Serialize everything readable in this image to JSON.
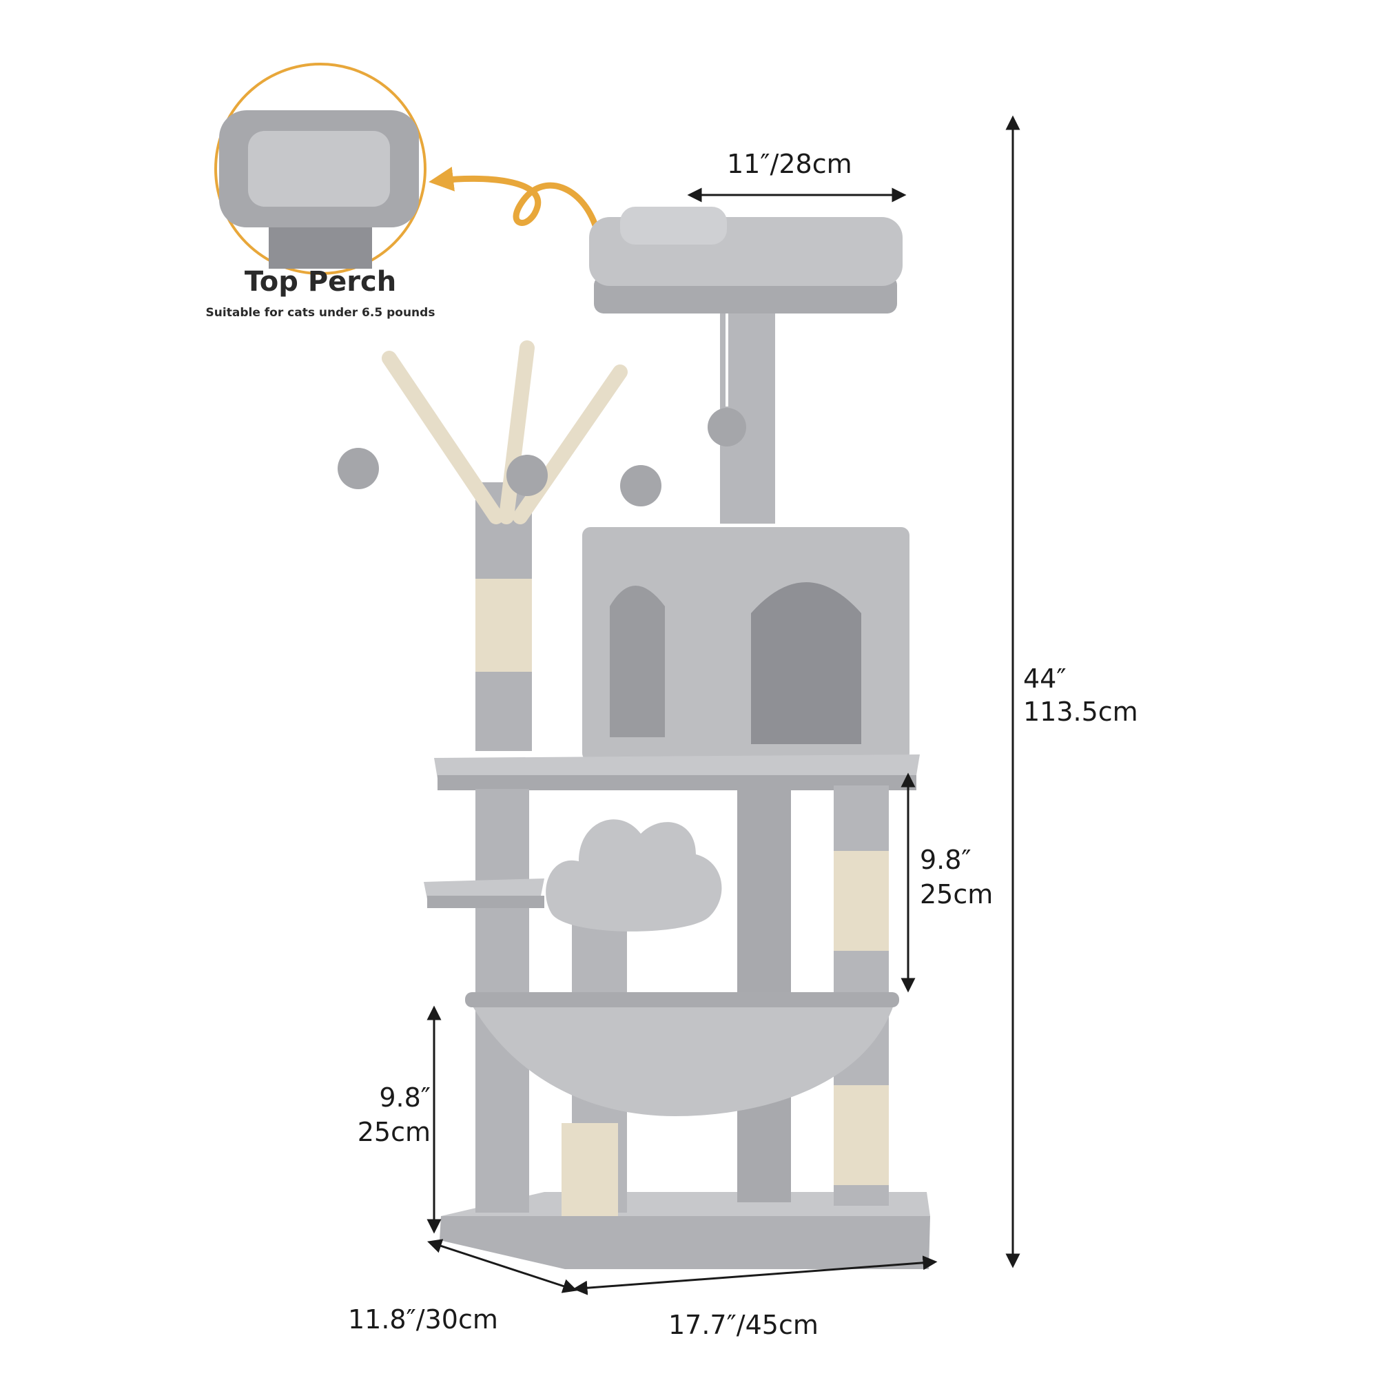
{
  "callout": {
    "title": "Top Perch",
    "note": "Suitable for cats under 6.5 pounds"
  },
  "dimensions": {
    "top_width": "11″/28cm",
    "total_height_in": "44″",
    "total_height_cm": "113.5cm",
    "right_spacing_in": "9.8″",
    "right_spacing_cm": "25cm",
    "left_spacing_in": "9.8″",
    "left_spacing_cm": "25cm",
    "base_depth": "11.8″/30cm",
    "base_width": "17.7″/45cm"
  },
  "colors": {
    "plush": "#b9babd",
    "plush_dark": "#9d9ea2",
    "plush_light": "#cfd0d3",
    "sisal": "#e6ddc8",
    "accent": "#e8a73a",
    "line": "#1a1a1a"
  }
}
